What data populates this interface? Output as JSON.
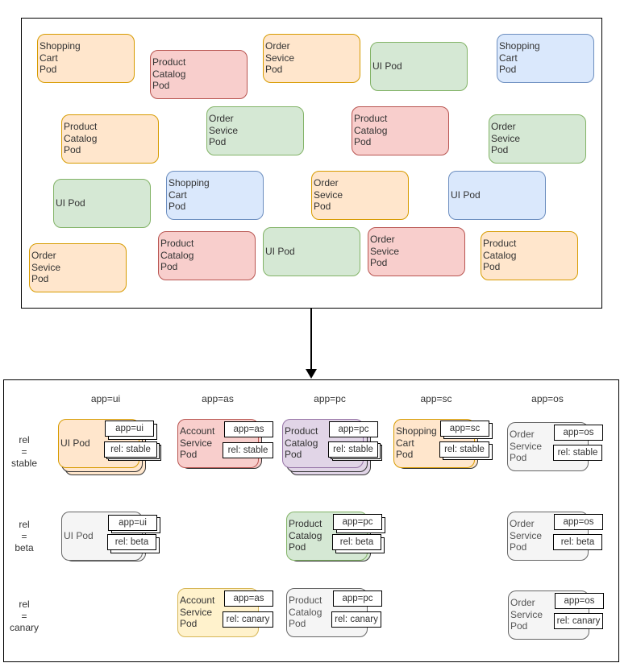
{
  "top_pods": [
    {
      "lines": "Shopping\nCart\nPod",
      "color": "orange"
    },
    {
      "lines": "Product\nCatalog\nPod",
      "color": "red"
    },
    {
      "lines": "Order\nSevice\nPod",
      "color": "orange"
    },
    {
      "lines": "UI Pod",
      "color": "green"
    },
    {
      "lines": "Shopping\nCart\nPod",
      "color": "blue"
    },
    {
      "lines": "Product\nCatalog\nPod",
      "color": "orange"
    },
    {
      "lines": "Order\nSevice\nPod",
      "color": "green"
    },
    {
      "lines": "Product\nCatalog\nPod",
      "color": "red"
    },
    {
      "lines": "Order\nSevice\nPod",
      "color": "green"
    },
    {
      "lines": "UI Pod",
      "color": "green"
    },
    {
      "lines": "Shopping\nCart\nPod",
      "color": "blue"
    },
    {
      "lines": "Order\nSevice\nPod",
      "color": "orange"
    },
    {
      "lines": "UI Pod",
      "color": "blue"
    },
    {
      "lines": "Order\nSevice\nPod",
      "color": "orange"
    },
    {
      "lines": "Product\nCatalog\nPod",
      "color": "red"
    },
    {
      "lines": "UI Pod",
      "color": "green"
    },
    {
      "lines": "Order\nSevice\nPod",
      "color": "red"
    },
    {
      "lines": "Product\nCatalog\nPod",
      "color": "orange"
    }
  ],
  "column_headers": [
    "app=ui",
    "app=as",
    "app=pc",
    "app=sc",
    "app=os"
  ],
  "row_labels": [
    "rel\n=\nstable",
    "rel\n=\nbeta",
    "rel\n=\ncanary"
  ],
  "grouped_pods": [
    {
      "lines": "UI Pod",
      "app_tag": "app=ui",
      "rel_tag": "rel: stable",
      "color": "orange"
    },
    {
      "lines": "Account\nService\nPod",
      "app_tag": "app=as",
      "rel_tag": "rel: stable",
      "color": "red"
    },
    {
      "lines": "Product\nCatalog\nPod",
      "app_tag": "app=pc",
      "rel_tag": "rel: stable",
      "color": "purple"
    },
    {
      "lines": "Shopping\nCart\nPod",
      "app_tag": "app=sc",
      "rel_tag": "rel: stable",
      "color": "orange"
    },
    {
      "lines": "Order\nService\nPod",
      "app_tag": "app=os",
      "rel_tag": "rel: stable",
      "color": "gray"
    },
    {
      "lines": "UI Pod",
      "app_tag": "app=ui",
      "rel_tag": "rel: beta",
      "color": "gray"
    },
    {
      "lines": "Product\nCatalog\nPod",
      "app_tag": "app=pc",
      "rel_tag": "rel: beta",
      "color": "green"
    },
    {
      "lines": "Order\nService\nPod",
      "app_tag": "app=os",
      "rel_tag": "rel: beta",
      "color": "gray"
    },
    {
      "lines": "Account\nService\nPod",
      "app_tag": "app=as",
      "rel_tag": "rel: canary",
      "color": "yellow"
    },
    {
      "lines": "Product\nCatalog\nPod",
      "app_tag": "app=pc",
      "rel_tag": "rel: canary",
      "color": "gray"
    },
    {
      "lines": "Order\nService\nPod",
      "app_tag": "app=os",
      "rel_tag": "rel: canary",
      "color": "gray"
    }
  ]
}
